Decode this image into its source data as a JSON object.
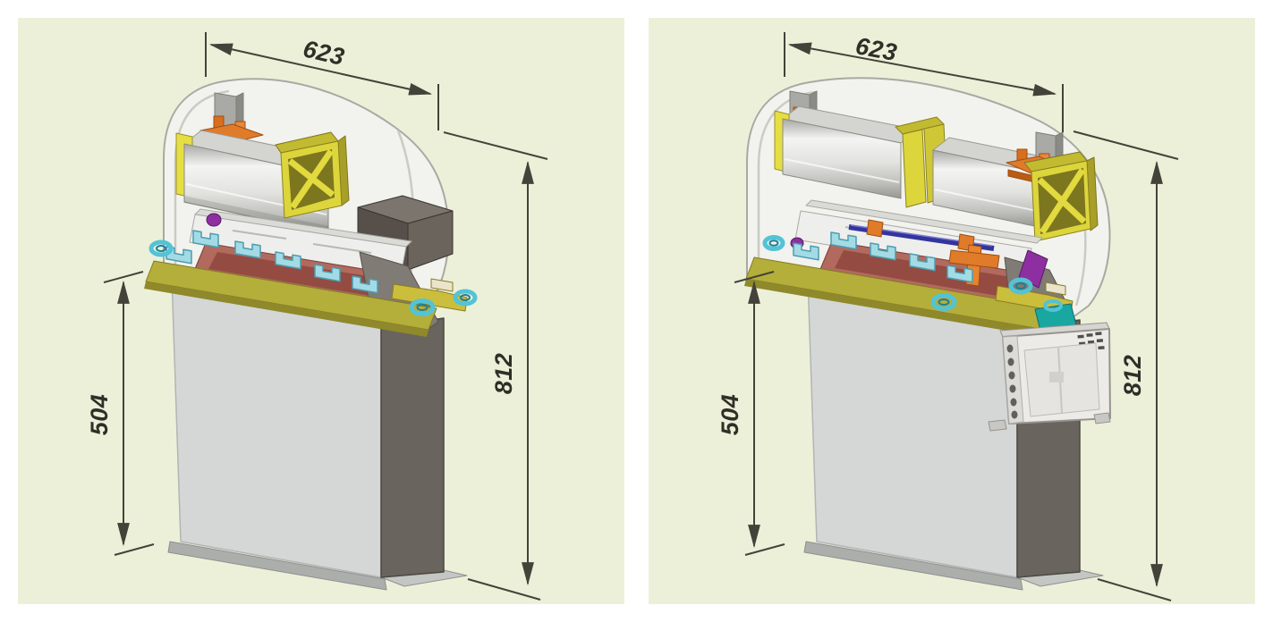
{
  "figure": {
    "description": "Two isometric CAD views of hooded cylinder unit on pedestal with dimension callouts",
    "panels": [
      {
        "view": "left-view",
        "dim_width": "623",
        "dim_height": "812",
        "dim_pedestal": "504"
      },
      {
        "view": "right-view",
        "dim_width": "623",
        "dim_height": "812",
        "dim_pedestal": "504"
      }
    ],
    "colors": {
      "page_bg": "#ffffff",
      "panel_bg": "#edf0d9",
      "dimension": "#43433a",
      "cover_white": "#f2f2ee",
      "pedestal_front": "#d4d7d6",
      "pedestal_side": "#6a645e",
      "cylinder_silver": "#dcdcda",
      "flange_yellow": "#ddd53c",
      "deck_olive": "#b2ac38",
      "tray_red": "#b26a5e",
      "clamp_cyan": "#a3dbe4",
      "bracket_orange": "#e07b2a",
      "rod_blue": "#34349e",
      "sensor_purple": "#8d2fa0",
      "mount_teal": "#19a7a1",
      "gearbox_dark": "#57504a"
    }
  }
}
